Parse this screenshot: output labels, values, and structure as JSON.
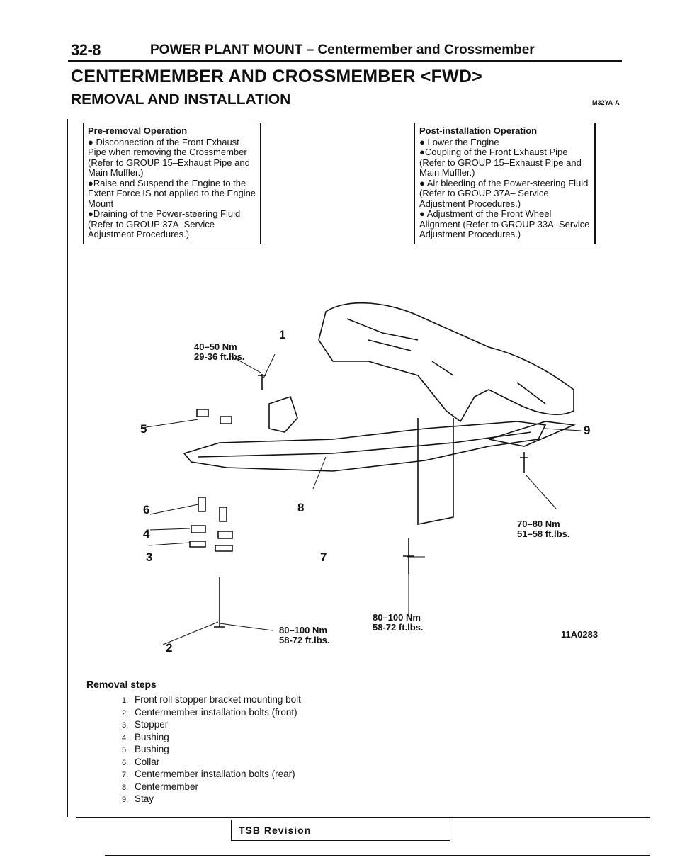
{
  "header": {
    "page_number": "32-8",
    "section_title": "POWER PLANT MOUNT – Centermember and Crossmember"
  },
  "title": "CENTERMEMBER AND CROSSMEMBER <FWD>",
  "subtitle": "REMOVAL AND INSTALLATION",
  "doc_code": "M32YA-A",
  "pre_removal": {
    "heading": "Pre-removal Operation",
    "items": [
      "● Disconnection of the Front Exhaust Pipe when removing the Crossmember (Refer to GROUP 15–Exhaust Pipe and Main Muffler.)",
      "●Raise and Suspend the Engine to the Extent Force IS not applied to the Engine Mount",
      "●Draining of the Power-steering Fluid (Refer to GROUP 37A–Service Adjustment Procedures.)"
    ]
  },
  "post_installation": {
    "heading": "Post-installation Operation",
    "items": [
      "● Lower the Engine",
      "●Coupling of the Front Exhaust Pipe (Refer to GROUP 15–Exhaust Pipe and Main Muffler.)",
      "● Air bleeding of the Power-steering Fluid (Refer to GROUP 37A– Service Adjustment Procedures.)",
      "● Adjustment of the Front Wheel Alignment (Refer to GROUP 33A–Service Adjustment Procedures.)"
    ]
  },
  "diagram": {
    "figure_code": "11A0283",
    "callouts": [
      "1",
      "2",
      "3",
      "4",
      "5",
      "6",
      "7",
      "8",
      "9"
    ],
    "torque_1": {
      "nm": "40–50 Nm",
      "ftlbs": "29-36 ft.lbs."
    },
    "torque_2": {
      "nm": "80–100 Nm",
      "ftlbs": "58-72 ft.lbs."
    },
    "torque_7": {
      "nm": "80–100 Nm",
      "ftlbs": "58-72 ft.lbs."
    },
    "torque_9": {
      "nm": "70–80 Nm",
      "ftlbs": "51–58 ft.lbs."
    }
  },
  "removal": {
    "heading": "Removal steps",
    "steps": [
      {
        "num": "1.",
        "text": "Front roll stopper bracket mounting bolt"
      },
      {
        "num": "2.",
        "text": "Centermember installation bolts (front)"
      },
      {
        "num": "3.",
        "text": "Stopper"
      },
      {
        "num": "4.",
        "text": "Bushing"
      },
      {
        "num": "5.",
        "text": "Bushing"
      },
      {
        "num": "6.",
        "text": "Collar"
      },
      {
        "num": "7.",
        "text": "Centermember installation bolts (rear)"
      },
      {
        "num": "8.",
        "text": "Centermember"
      },
      {
        "num": "9.",
        "text": "Stay"
      }
    ]
  },
  "footer": {
    "tsb_label": "TSB Revision"
  }
}
